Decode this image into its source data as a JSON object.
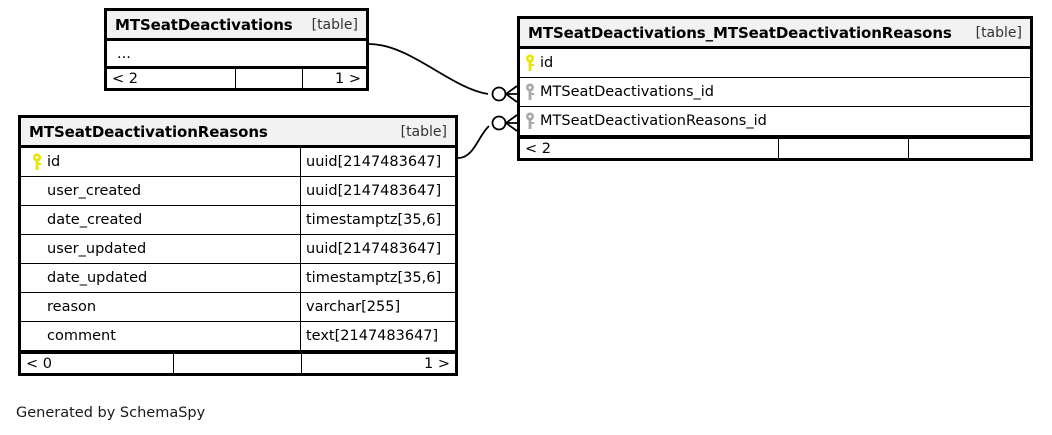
{
  "diagram": {
    "caption": "Generated by SchemaSpy",
    "table_tag": "[table]",
    "key_colors": {
      "primary_key": "#e6e600",
      "foreign_key": "#a8a8a8"
    }
  },
  "tables": {
    "deactivations": {
      "title": "MTSeatDeactivations",
      "tag": "[table]",
      "rows": [
        {
          "key": "none",
          "name": "...",
          "type": ""
        }
      ],
      "footer": {
        "prev": "< 2",
        "middle": "",
        "next": "1 >"
      }
    },
    "join": {
      "title": "MTSeatDeactivations_MTSeatDeactivationReasons",
      "tag": "[table]",
      "rows": [
        {
          "key": "primary",
          "name": "id",
          "type": ""
        },
        {
          "key": "foreign",
          "name": "MTSeatDeactivations_id",
          "type": ""
        },
        {
          "key": "foreign",
          "name": "MTSeatDeactivationReasons_id",
          "type": ""
        }
      ],
      "footer": {
        "prev": "< 2",
        "middle": "",
        "next": ""
      }
    },
    "reasons": {
      "title": "MTSeatDeactivationReasons",
      "tag": "[table]",
      "rows": [
        {
          "key": "primary",
          "name": "id",
          "type": "uuid[2147483647]"
        },
        {
          "key": "none",
          "name": "user_created",
          "type": "uuid[2147483647]"
        },
        {
          "key": "none",
          "name": "date_created",
          "type": "timestamptz[35,6]"
        },
        {
          "key": "none",
          "name": "user_updated",
          "type": "uuid[2147483647]"
        },
        {
          "key": "none",
          "name": "date_updated",
          "type": "timestamptz[35,6]"
        },
        {
          "key": "none",
          "name": "reason",
          "type": "varchar[255]"
        },
        {
          "key": "none",
          "name": "comment",
          "type": "text[2147483647]"
        }
      ],
      "footer": {
        "prev": "< 0",
        "middle": "",
        "next": "1 >"
      }
    }
  },
  "relationships": [
    {
      "from": "deactivations",
      "to": "join",
      "from_cardinality": "one",
      "to_cardinality": "zero-or-many"
    },
    {
      "from": "reasons",
      "to": "join",
      "from_cardinality": "one",
      "to_cardinality": "zero-or-many"
    }
  ]
}
